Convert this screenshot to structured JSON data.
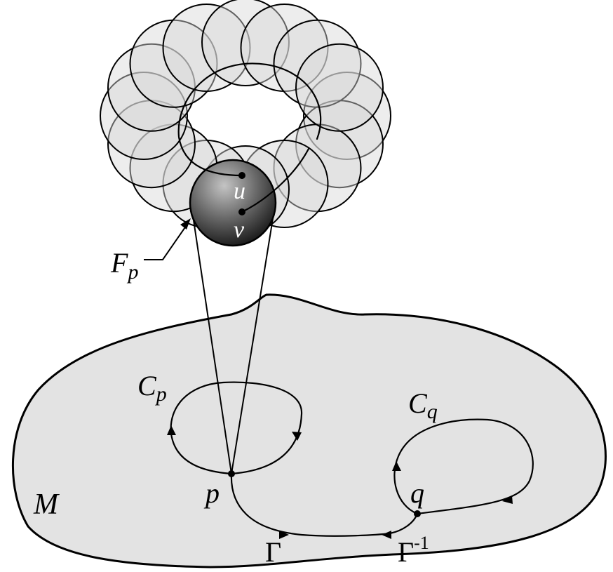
{
  "labels": {
    "manifold": "M",
    "fiber": "F",
    "fiber_sub": "p",
    "point_p": "p",
    "point_q": "q",
    "point_u": "u",
    "point_v": "v",
    "curve_p": "C",
    "curve_p_sub": "p",
    "curve_q": "C",
    "curve_q_sub": "q",
    "path": "Γ",
    "path_inverse": "Γ",
    "path_inverse_sup": "-1"
  },
  "colors": {
    "manifold_fill": "#e3e3e3",
    "fiber_circle_fill": "#d8d8d8",
    "stroke": "#000000",
    "sphere_light": "#bdbdbd",
    "sphere_dark": "#1e1e1e"
  }
}
